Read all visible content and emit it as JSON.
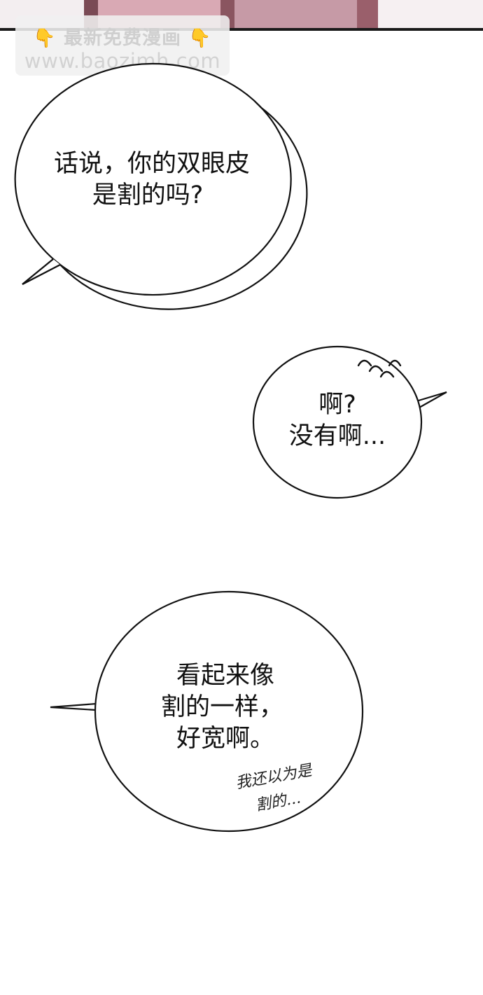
{
  "watermark": {
    "title": "最新免费漫画",
    "url": "www.baozimh.com",
    "hand_glyph": "👇"
  },
  "bubbles": [
    {
      "lines": [
        "话说，你的双眼皮",
        "是割的吗?"
      ]
    },
    {
      "lines": [
        "啊?",
        "没有啊..."
      ]
    },
    {
      "lines": [
        "看起来像",
        "割的一样，",
        "好宽啊。"
      ]
    }
  ],
  "side_note": {
    "lines": [
      "我还以为是",
      "割的..."
    ]
  },
  "colors": {
    "ink": "#111111",
    "panel_border": "#1a1a1a",
    "panel_pink": "#d9a9b4",
    "panel_dark": "#7a4a55"
  }
}
